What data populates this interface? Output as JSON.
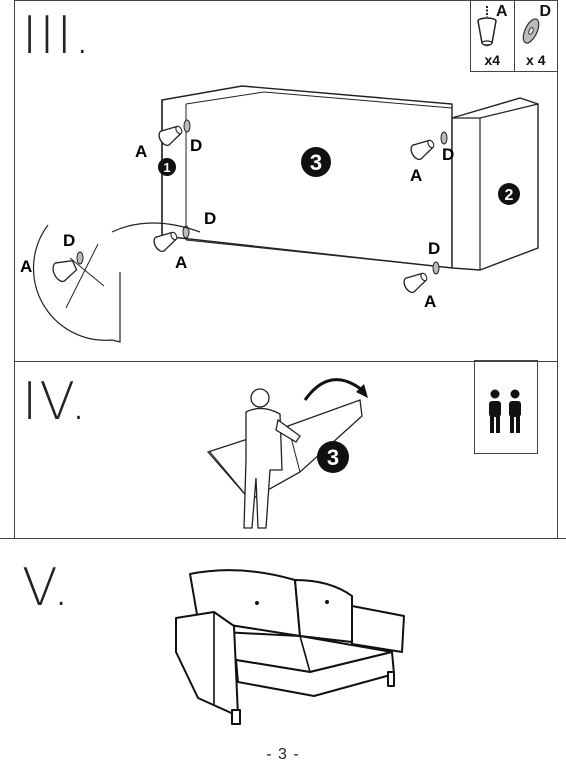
{
  "steps": {
    "step3": {
      "numeral": "III."
    },
    "step4": {
      "numeral": "IV."
    },
    "step5": {
      "numeral": "V."
    }
  },
  "parts": [
    {
      "letter": "A",
      "qty": "x4",
      "icon": "sofa-leg-icon"
    },
    {
      "letter": "D",
      "qty": "x 4",
      "icon": "washer-icon"
    }
  ],
  "diagram_labels": {
    "leg": "A",
    "washer": "D",
    "panel_1": "1",
    "panel_2": "2",
    "panel_3": "3"
  },
  "page_number": "- 3 -"
}
